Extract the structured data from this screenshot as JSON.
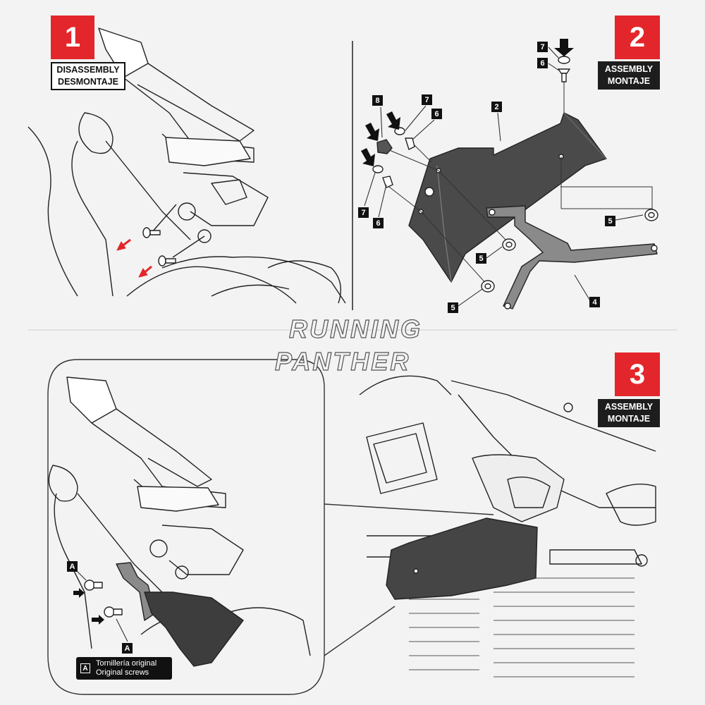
{
  "panel1": {
    "number": "1",
    "label_line1": "DISASSEMBLY",
    "label_line2": "DESMONTAJE"
  },
  "panel2": {
    "number": "2",
    "label_line1": "ASSEMBLY",
    "label_line2": "MONTAJE",
    "callouts": [
      "7",
      "6",
      "8",
      "7",
      "6",
      "2",
      "7",
      "6",
      "5",
      "5",
      "5",
      "4"
    ]
  },
  "panel3": {
    "number": "3",
    "label_line1": "ASSEMBLY",
    "label_line2": "MONTAJE",
    "callout_a": "A",
    "legend": {
      "key": "A",
      "line1": "Tornillería original",
      "line2": "Original screws"
    }
  },
  "watermark": {
    "line1": "RUNNING",
    "line2": "PANTHER"
  },
  "colors": {
    "accent": "#e3262b",
    "dark": "#1d1d1d",
    "part_fill": "#4a4a4a",
    "arrow_red": "#e3262b"
  }
}
